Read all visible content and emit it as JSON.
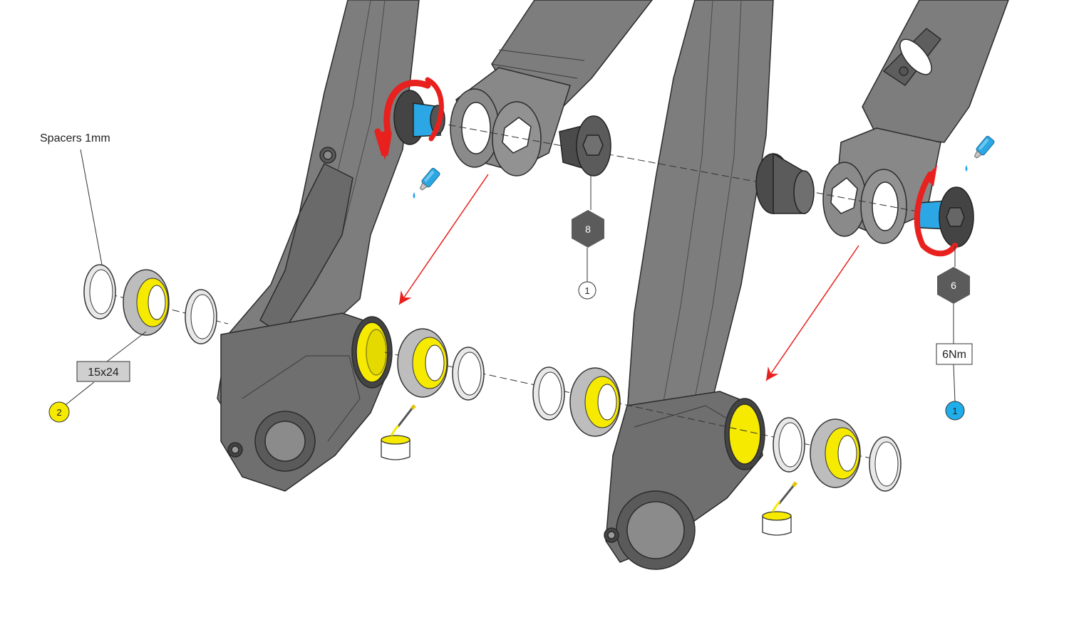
{
  "labels": {
    "spacers": "Spacers 1mm",
    "bearing_size": "15x24",
    "torque": "6Nm"
  },
  "callouts": {
    "hex_left": "8",
    "hex_right": "6",
    "circle_left": "1",
    "circle_right": "1",
    "circle_yellow": "2"
  },
  "colors": {
    "frame": "#7b7b7b",
    "frame_light": "#8f8f8f",
    "frame_dark": "#5a5a5a",
    "bearing_inner": "#f5ea00",
    "threadlock": "#2aa7e4",
    "arrow_red": "#e8201e",
    "hex_badge": "#5b5b5b",
    "badge_yellow": "#f5ea00",
    "badge_blue": "#1faee9"
  },
  "icons": [
    "threadlocker-bottle-icon",
    "grease-pot-icon",
    "rotation-arrow-icon",
    "hex-key-icon"
  ]
}
